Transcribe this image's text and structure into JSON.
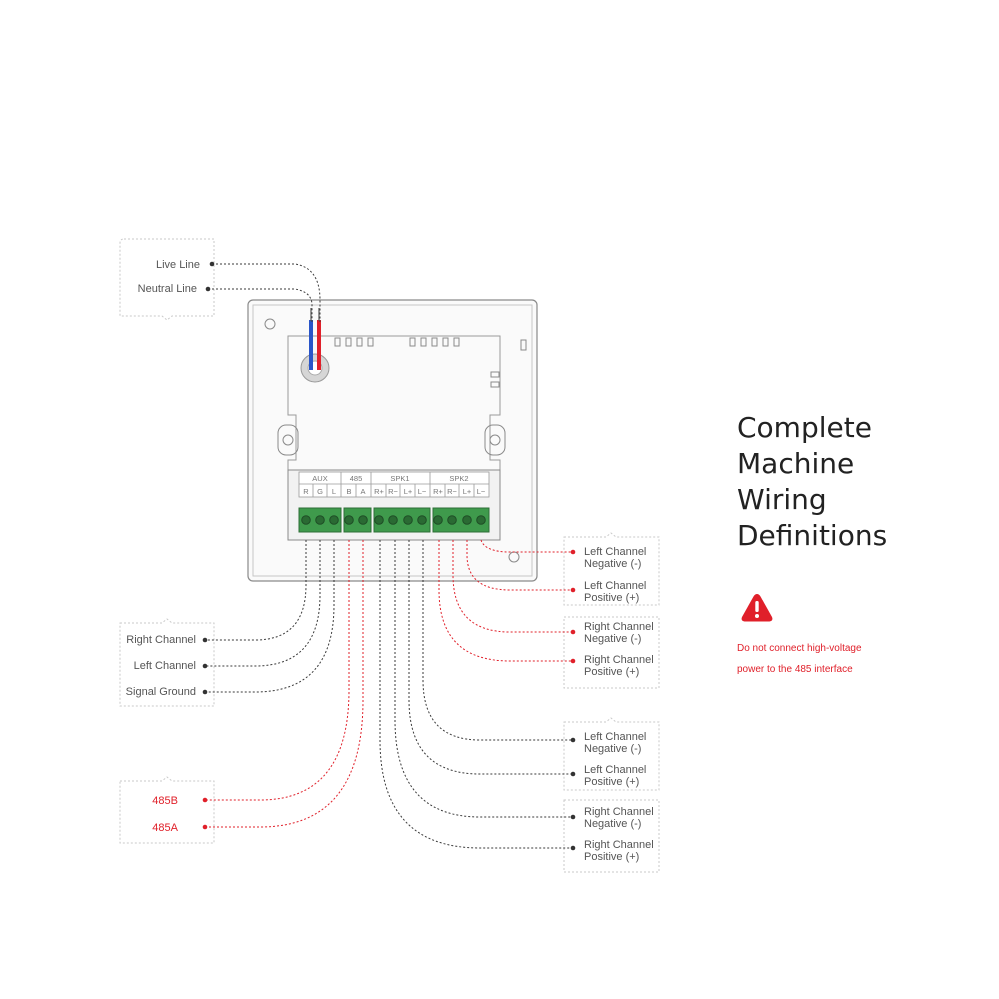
{
  "title": [
    "Complete",
    "Machine",
    "Wiring",
    "Definitions"
  ],
  "warning": {
    "icon": "warning-triangle-icon",
    "text": "Do not connect high-voltage power to the 485 interface",
    "color": "#e0202a"
  },
  "power": {
    "live": "Live Line",
    "neutral": "Neutral Line"
  },
  "terminal_groups": [
    "AUX",
    "485",
    "SPK1",
    "SPK2"
  ],
  "terminal_pins": [
    "R",
    "G",
    "L",
    "B",
    "A",
    "R+",
    "R−",
    "L+",
    "L−",
    "R+",
    "R−",
    "L+",
    "L−"
  ],
  "aux_labels": [
    "Right Channel",
    "Left Channel",
    "Signal Ground"
  ],
  "rs485_labels": [
    "485B",
    "485A"
  ],
  "spk2_labels": [
    [
      "Left Channel",
      "Negative (-)"
    ],
    [
      "Left Channel",
      "Positive (+)"
    ],
    [
      "Right Channel",
      "Negative (-)"
    ],
    [
      "Right Channel",
      "Positive (+)"
    ]
  ],
  "spk1_labels": [
    [
      "Left Channel",
      "Negative (-)"
    ],
    [
      "Left Channel",
      "Positive (+)"
    ],
    [
      "Right Channel",
      "Negative (-)"
    ],
    [
      "Right Channel",
      "Positive (+)"
    ]
  ],
  "colors": {
    "accent": "#e0202a",
    "terminal_green": "#3f9a4c",
    "wire_blue": "#2a55c8"
  }
}
